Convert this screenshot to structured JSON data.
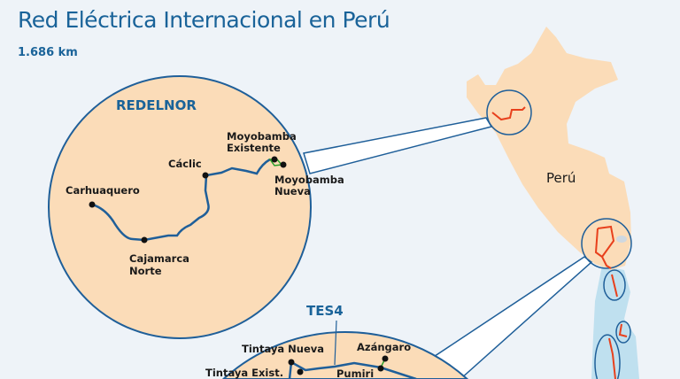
{
  "title": "Red Eléctrica Internacional en Perú",
  "total_length": "1.686 km",
  "country_label": "Perú",
  "colors": {
    "accent": "#1a6399",
    "land": "#fbdcb8",
    "neighbor": "#bfe0ef",
    "route": "#e8401c",
    "line": "#1f5f99"
  },
  "networks": [
    {
      "name": "REDELNOR",
      "substations": [
        "Carhuaquero",
        "Cajamarca Norte",
        "Cáclic",
        "Moyobamba Existente",
        "Moyobamba Nueva"
      ],
      "labels": {
        "carhuaquero": "Carhuaquero",
        "cajamarca_1": "Cajamarca",
        "cajamarca_2": "Norte",
        "caclic": "Cáclic",
        "moy_ex_1": "Moyobamba",
        "moy_ex_2": "Existente",
        "moy_nu_1": "Moyobamba",
        "moy_nu_2": "Nueva"
      }
    },
    {
      "name": "TES4",
      "labels": {
        "tintaya_nueva": "Tintaya Nueva",
        "tintaya_exist": "Tintaya Exist.",
        "azangaro": "Azángaro",
        "pumiri": "Pumiri"
      }
    }
  ]
}
